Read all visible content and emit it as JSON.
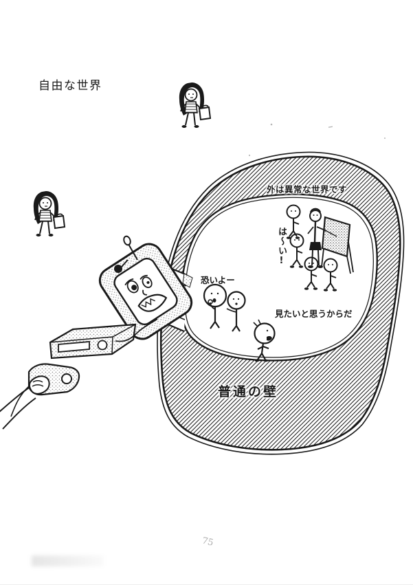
{
  "page": {
    "number": "75"
  },
  "labels": {
    "free_world": "自由な世界",
    "abnormal_world": "外は異常な世界です",
    "reply": "は〜い!",
    "scared": "恐いよー",
    "reason": "見たいと思うからだ",
    "ordinary_wall": "普通の壁"
  },
  "colors": {
    "ink": "#1a1a1a",
    "paper": "#ffffff",
    "faint": "#9a9a9a"
  }
}
